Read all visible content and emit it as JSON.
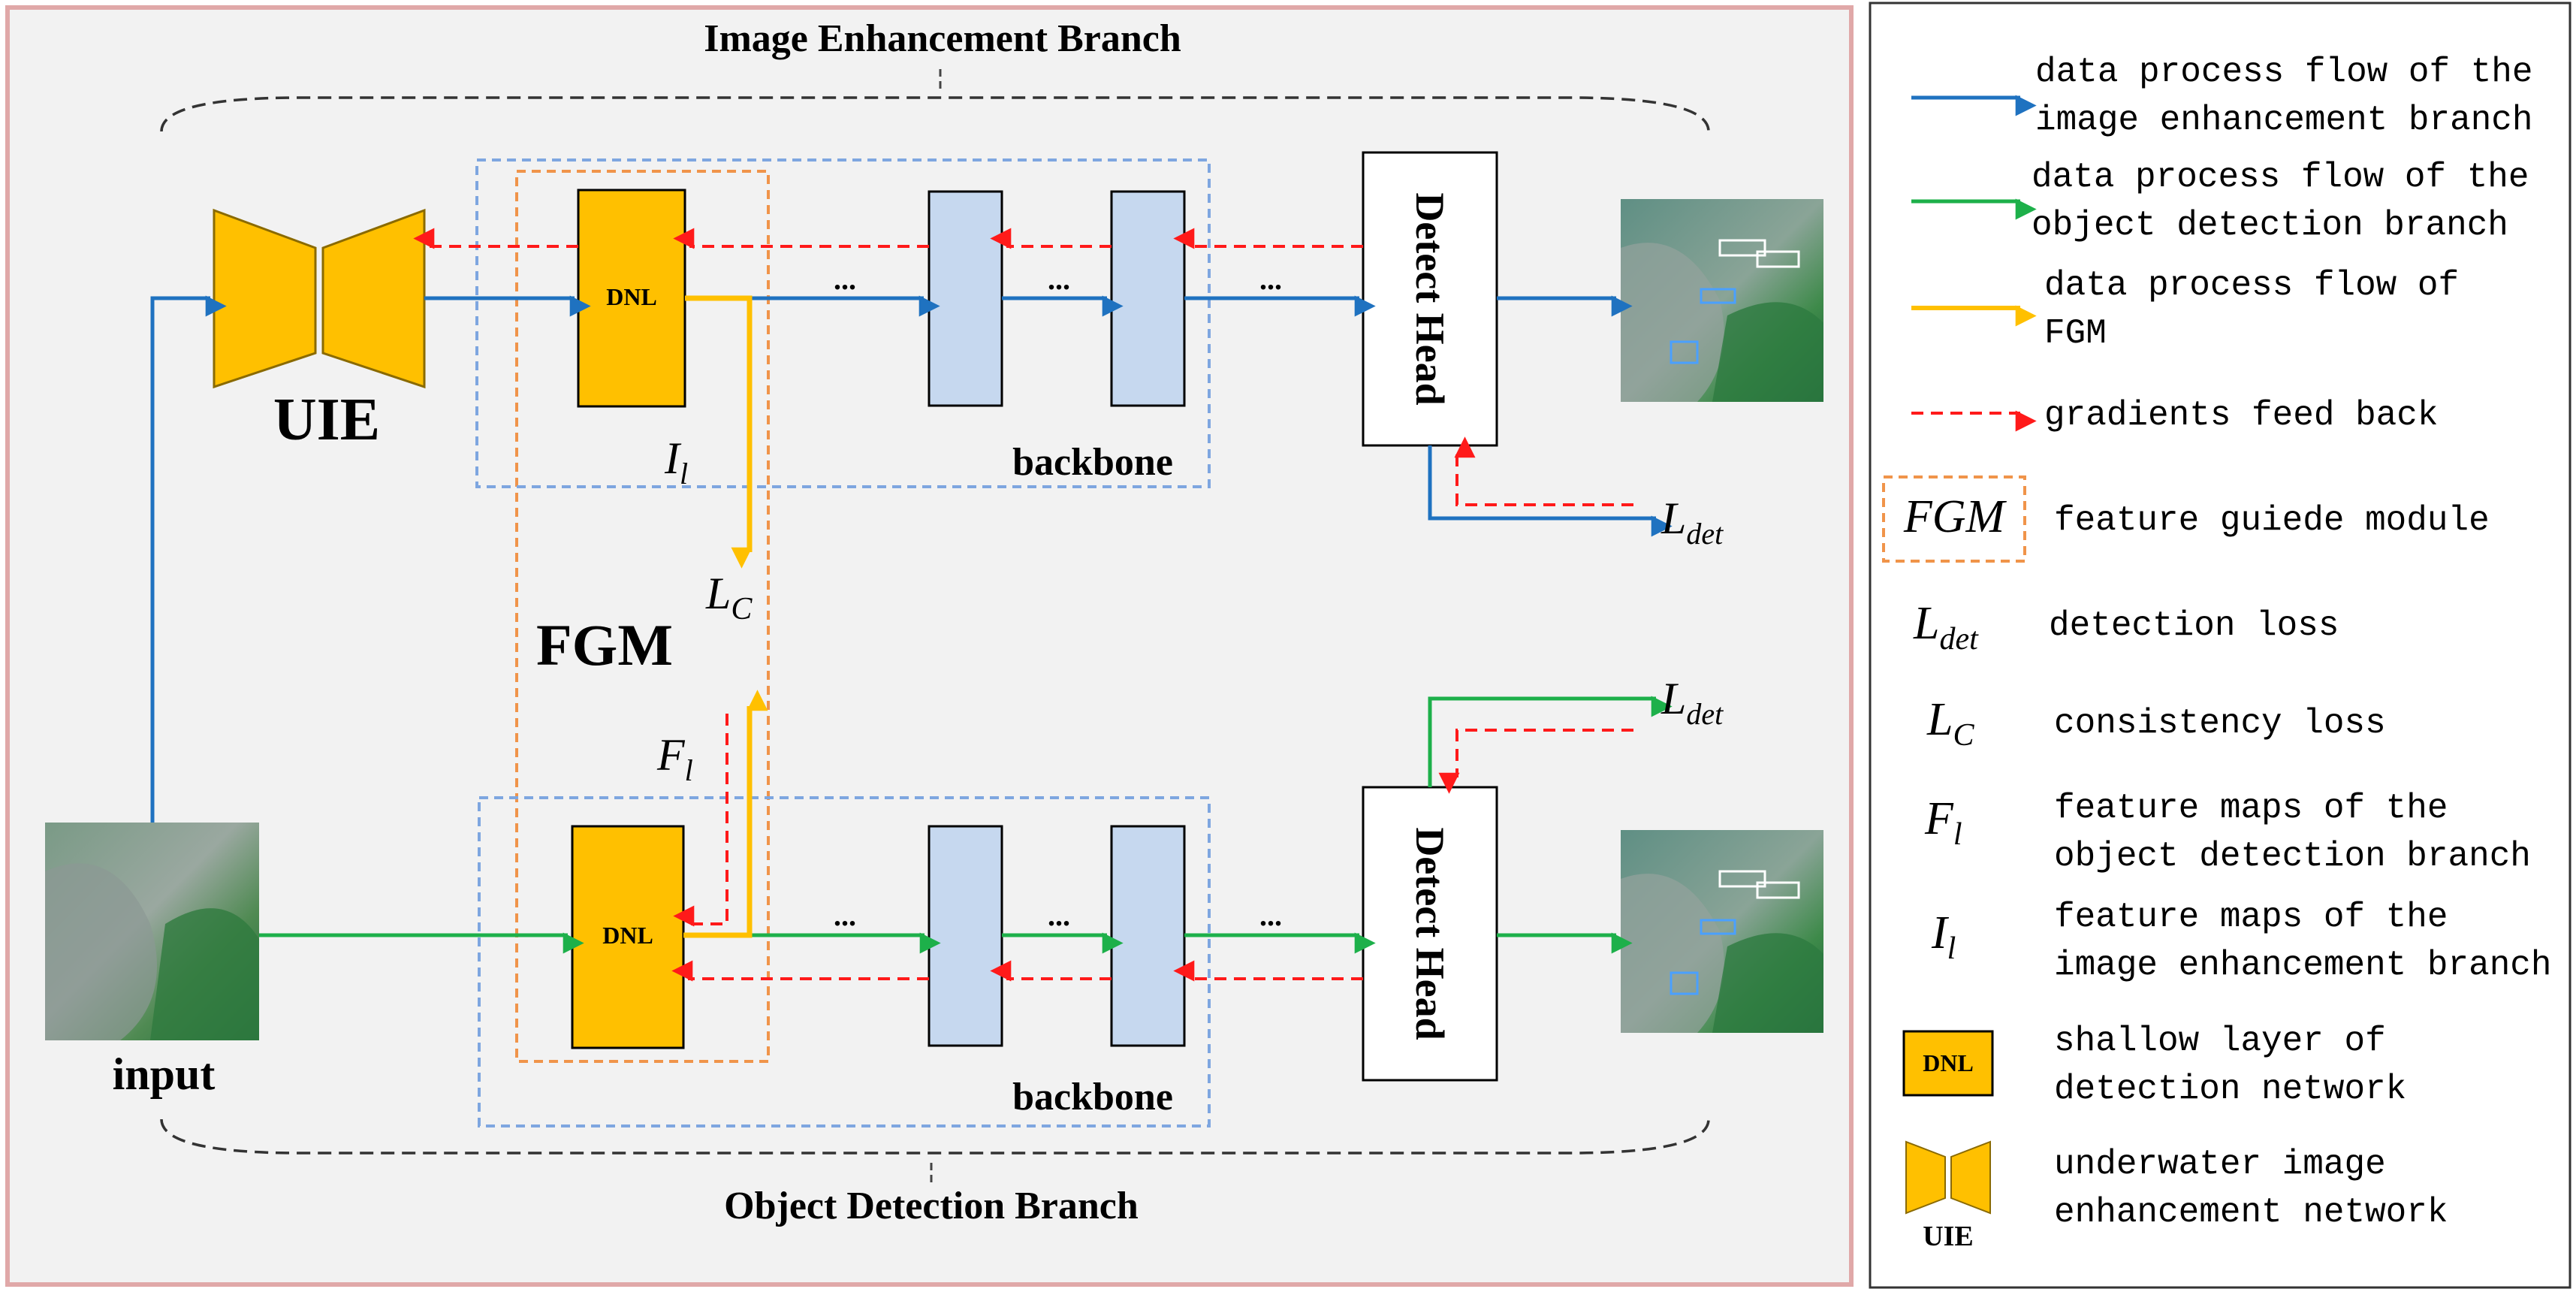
{
  "diagram": {
    "top_branch_title": "Image Enhancement Branch",
    "bottom_branch_title": "Object Detection Branch",
    "uie_label": "UIE",
    "input_label": "input",
    "fgm_label": "FGM",
    "dnl_label": "DNL",
    "backbone_label": "backbone",
    "detect_head_label": "Detect Head",
    "ellipsis": "...",
    "loss_symbol": "L",
    "loss_det_sub": "det",
    "loss_c_sub": "C",
    "feat_F": "F",
    "feat_I": "I",
    "feat_sub": "l"
  },
  "legend": {
    "blue_flow": [
      "data process flow of the",
      "image enhancement branch"
    ],
    "green_flow": [
      "data process flow of the",
      "object detection branch"
    ],
    "yellow_flow": [
      "data process flow of",
      "FGM"
    ],
    "gradients": "gradients feed back",
    "fgm_symbol": "FGM",
    "fgm_desc": "feature guiede module",
    "ldet_desc": "detection loss",
    "lc_desc": "consistency loss",
    "fl_desc": [
      "feature maps of the",
      "object detection branch"
    ],
    "il_desc": [
      "feature maps of the",
      "image enhancement branch"
    ],
    "dnl_symbol": "DNL",
    "dnl_desc": [
      "shallow layer of",
      "detection network"
    ],
    "uie_symbol": "UIE",
    "uie_desc": [
      "underwater image",
      "enhancement network"
    ]
  },
  "colors": {
    "blue": "#1f72c0",
    "green": "#1db04a",
    "yellow": "#ffc000",
    "red": "#ff1a1a",
    "orange_dash": "#f0944a",
    "blue_dash": "#7ea6e0",
    "block_fill": "#c6d8ef",
    "panel_bg": "#f2f2f2",
    "panel_border": "#e0a8a8"
  }
}
